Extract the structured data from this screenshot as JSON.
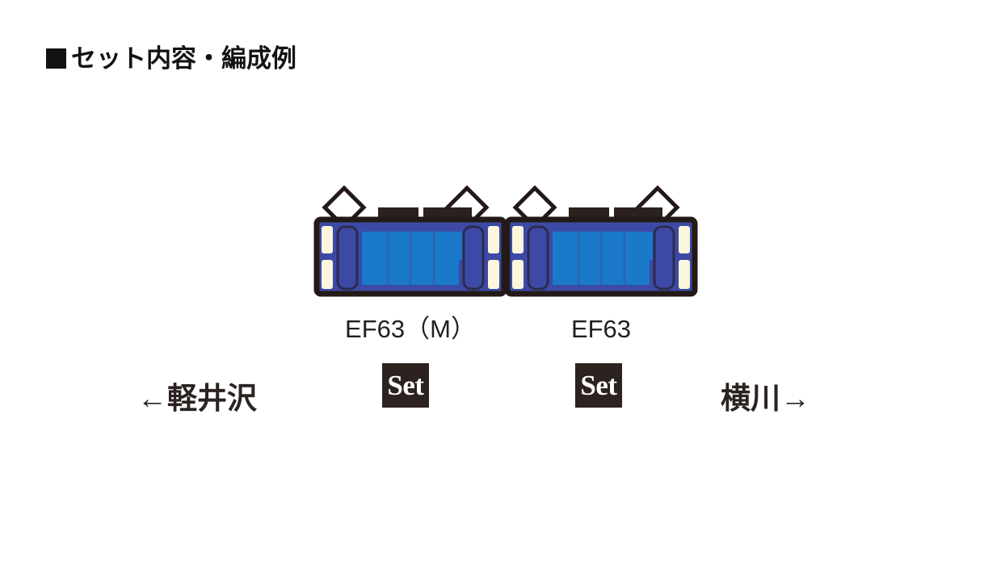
{
  "header": {
    "marker": "black-square",
    "title": "セット内容・編成例"
  },
  "formation": {
    "direction_left": "←軽井沢",
    "direction_right": "横川→",
    "vehicles": [
      {
        "id": "vehicle-1",
        "caption": "EF63（M）",
        "badge": "Set",
        "icon": "electric-locomotive-blue"
      },
      {
        "id": "vehicle-2",
        "caption": "EF63",
        "badge": "Set",
        "icon": "electric-locomotive-blue"
      }
    ]
  },
  "colors": {
    "body_blue": "#3c4aa6",
    "window_blue": "#1b79c9",
    "outline": "#231a17",
    "cream": "#fbf6dc",
    "roof_box": "#2b211e",
    "badge_bg": "#2c2320",
    "text": "#241f1e",
    "background": "#ffffff"
  }
}
